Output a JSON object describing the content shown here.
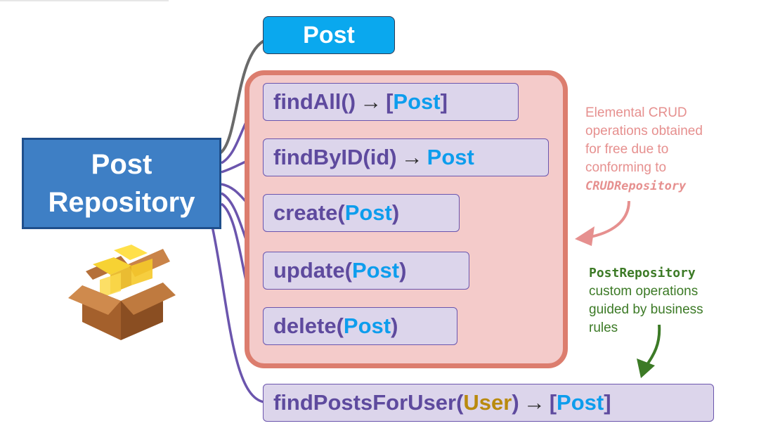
{
  "post_box": {
    "label": "Post"
  },
  "repository_box": {
    "line1": "Post",
    "line2": "Repository"
  },
  "crud_methods": [
    {
      "name": "findAll()",
      "arrow": "→",
      "return_open": "[",
      "return_type": "Post",
      "return_close": "]"
    },
    {
      "name": "findByID(id)",
      "arrow": "→",
      "return_type": "Post"
    },
    {
      "name": "create(",
      "param_type": "Post",
      "close": ")"
    },
    {
      "name": "update(",
      "param_type": "Post",
      "close": ")"
    },
    {
      "name": "delete(",
      "param_type": "Post",
      "close": ")"
    }
  ],
  "custom_method": {
    "name": "findPostsForUser(",
    "param_type": "User",
    "close": ")",
    "arrow": "→",
    "return_open": "[",
    "return_type": "Post",
    "return_close": "]"
  },
  "crud_note": {
    "lines": [
      "Elemental CRUD",
      "operations obtained",
      "for free due to",
      "conforming to"
    ],
    "code": "CRUDRepository"
  },
  "custom_note": {
    "code": "PostRepository",
    "lines": [
      "custom operations",
      "guided by business",
      "rules"
    ]
  },
  "colors": {
    "post_blue": "#0aa8ee",
    "repository_blue": "#3e7fc5",
    "crud_fill": "#f4cbca",
    "crud_border": "#dc7d6e",
    "method_fill": "#dcd5eb",
    "method_text": "#5e4a9e",
    "type_text": "#0d9ded",
    "user_type_text": "#b98a0e",
    "crud_note_text": "#e6908f",
    "custom_note_text": "#3c7a26"
  },
  "icons": {
    "package": "package-box-icon"
  }
}
